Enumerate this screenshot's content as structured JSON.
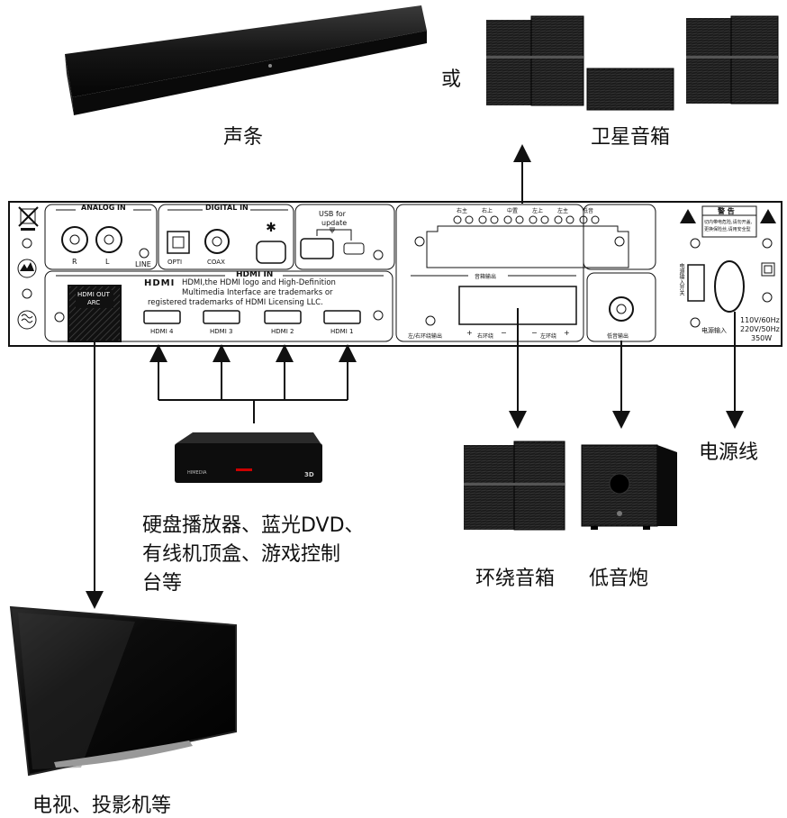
{
  "captions": {
    "soundbar": "声条",
    "or": "或",
    "satellite": "卫星音箱",
    "power_cord": "电源线",
    "surround": "环绕音箱",
    "subwoofer": "低音炮",
    "sources_line1": "硬盘播放器、蓝光DVD、",
    "sources_line2": "有线机顶盒、游戏控制",
    "sources_line3": "台等",
    "tv": "电视、投影机等"
  },
  "panel": {
    "analog_in": "ANALOG IN",
    "analog_r": "R",
    "analog_l": "L",
    "analog_line": "LINE",
    "digital_in": "DIGITAL  IN",
    "opti": "OPTI",
    "coax": "COAX",
    "usb_line1": "USB  for",
    "usb_line2": "update",
    "hdmi_in": "HDMI IN",
    "hdmi_logo": "HDMI",
    "hdmi_note1": "HDMI,the HDMI logo and High-Definition",
    "hdmi_note2": "Multimedia Interface are trademarks or",
    "hdmi_note3": "registered trademarks of HDMI Licensing LLC.",
    "hdmi_out1": "HDMI OUT",
    "hdmi_out2": "ARC",
    "hdmi_ports": [
      "HDMI 4",
      "HDMI 3",
      "HDMI 2",
      "HDMI 1"
    ],
    "speaker_terms": [
      "右主",
      "右上",
      "中置",
      "左上",
      "左主",
      "低音"
    ],
    "speaker_out": "音箱输出",
    "lr_surround_out": "左/右环绕输出",
    "right_surround": "右环绕",
    "left_surround": "左环绕",
    "sub_out": "低音输出",
    "warning": "警 告",
    "warning_text1": "切内带电危险,请勿开盖,",
    "warning_text2": "更换保险丝,请用安全型",
    "power_switch": "电源输入开关",
    "power_in": "电源输入",
    "voltage1": "110V/60Hz",
    "voltage2": "220V/50Hz",
    "watt": "350W",
    "plus": "+",
    "minus": "−",
    "usb_symbol": "ψ"
  },
  "devices": {
    "mediabox_label": "HIMEDIA",
    "mediabox_3d": "3D"
  }
}
